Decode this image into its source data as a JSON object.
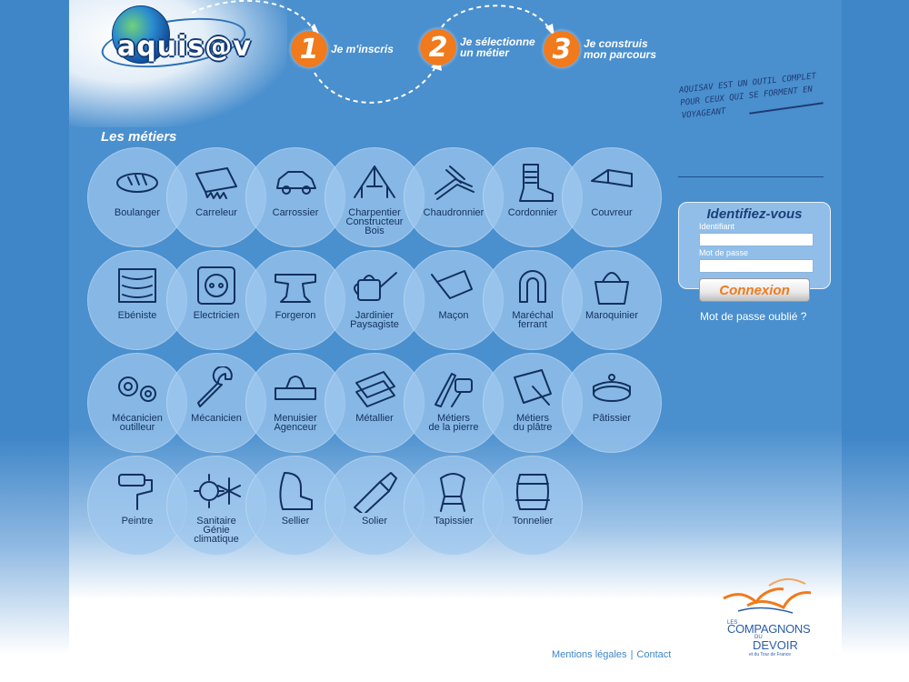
{
  "header": {
    "logo_text": "aquis@v",
    "steps": [
      {
        "number": "1",
        "label": "Je m'inscris"
      },
      {
        "number": "2",
        "label": "Je sélectionne\nun métier"
      },
      {
        "number": "3",
        "label": "Je construis\nmon parcours"
      }
    ],
    "tagline": "Aquisav est un outil complet pour ceux qui se forment en voyageant"
  },
  "trades_section": {
    "title": "Les métiers",
    "items": [
      {
        "label": "Boulanger",
        "icon": "bread-icon"
      },
      {
        "label": "Carreleur",
        "icon": "tile-trowel-icon"
      },
      {
        "label": "Carrossier",
        "icon": "car-icon"
      },
      {
        "label": "Charpentier\nConstructeur\nBois",
        "icon": "roof-frame-icon"
      },
      {
        "label": "Chaudronnier",
        "icon": "pipes-icon"
      },
      {
        "label": "Cordonnier",
        "icon": "boot-icon"
      },
      {
        "label": "Couvreur",
        "icon": "roof-tile-icon"
      },
      {
        "label": "Ebéniste",
        "icon": "cabinet-icon"
      },
      {
        "label": "Electricien",
        "icon": "socket-icon"
      },
      {
        "label": "Forgeron",
        "icon": "anvil-icon"
      },
      {
        "label": "Jardinier\nPaysagiste",
        "icon": "watering-can-icon"
      },
      {
        "label": "Maçon",
        "icon": "trowel-icon"
      },
      {
        "label": "Maréchal\nferrant",
        "icon": "horseshoe-icon"
      },
      {
        "label": "Maroquinier",
        "icon": "handbag-icon"
      },
      {
        "label": "Mécanicien\noutilleur",
        "icon": "gears-icon"
      },
      {
        "label": "Mécanicien",
        "icon": "wrench-icon"
      },
      {
        "label": "Menuisier\nAgenceur",
        "icon": "plane-tool-icon"
      },
      {
        "label": "Métallier",
        "icon": "metal-sheet-icon"
      },
      {
        "label": "Métiers\nde la pierre",
        "icon": "chisel-mallet-icon"
      },
      {
        "label": "Métiers\ndu plâtre",
        "icon": "plaster-float-icon"
      },
      {
        "label": "Pâtissier",
        "icon": "cake-icon"
      },
      {
        "label": "Peintre",
        "icon": "paint-roller-icon"
      },
      {
        "label": "Sanitaire\nGénie\nclimatique",
        "icon": "sun-snow-icon"
      },
      {
        "label": "Sellier",
        "icon": "car-seat-icon"
      },
      {
        "label": "Solier",
        "icon": "floor-scraper-icon"
      },
      {
        "label": "Tapissier",
        "icon": "chair-icon"
      },
      {
        "label": "Tonnelier",
        "icon": "barrel-icon"
      }
    ]
  },
  "login": {
    "title": "Identifiez-vous",
    "username_label": "Identifiant",
    "username_value": "",
    "password_label": "Mot de passe",
    "password_value": "",
    "submit_label": "Connexion",
    "forgot_label": "Mot de passe oublié ?"
  },
  "partner": {
    "line1": "LES",
    "line2": "COMPAGNONS",
    "line3": "DU",
    "line4": "DEVOIR",
    "line5": "et du Tour de France"
  },
  "footer": {
    "legal_label": "Mentions légales",
    "separator": "|",
    "contact_label": "Contact"
  },
  "colors": {
    "background_blue": "#3f86c8",
    "accent_orange": "#f07a1c",
    "navy": "#13305e"
  }
}
